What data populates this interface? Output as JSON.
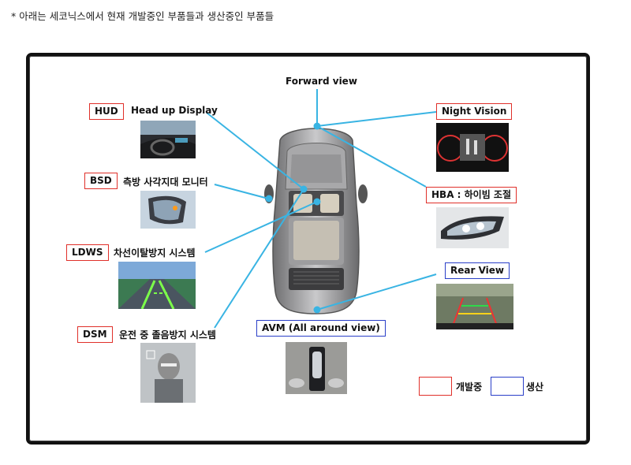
{
  "note": "* 아래는 세코닉스에서 현재 개발중인 부품들과 생산중인 부품들",
  "forward_view": "Forward view",
  "items": {
    "hud": {
      "tag": "HUD",
      "desc": "Head up Display"
    },
    "bsd": {
      "tag": "BSD",
      "desc": "측방 사각지대 모니터"
    },
    "ldws": {
      "tag": "LDWS",
      "desc": "차선이탈방지 시스템"
    },
    "dsm": {
      "tag": "DSM",
      "desc": "운전 중 졸음방지 시스템"
    },
    "night_vision": {
      "tag": "Night Vision"
    },
    "hba": {
      "tag": "HBA : 하이빔 조절"
    },
    "rear_view": {
      "tag": "Rear View"
    },
    "avm": {
      "tag": "AVM (All around view)"
    }
  },
  "legend": {
    "developing": "개발중",
    "producing": "생산"
  },
  "colors": {
    "developing": "#e0302a",
    "producing": "#2a3fc8",
    "connector": "#39b4e3"
  },
  "icons": [
    "car-image",
    "hud-photo",
    "bsd-photo",
    "ldws-photo",
    "dsm-photo",
    "night-vision-photo",
    "hba-photo",
    "rear-view-photo",
    "avm-photo"
  ]
}
